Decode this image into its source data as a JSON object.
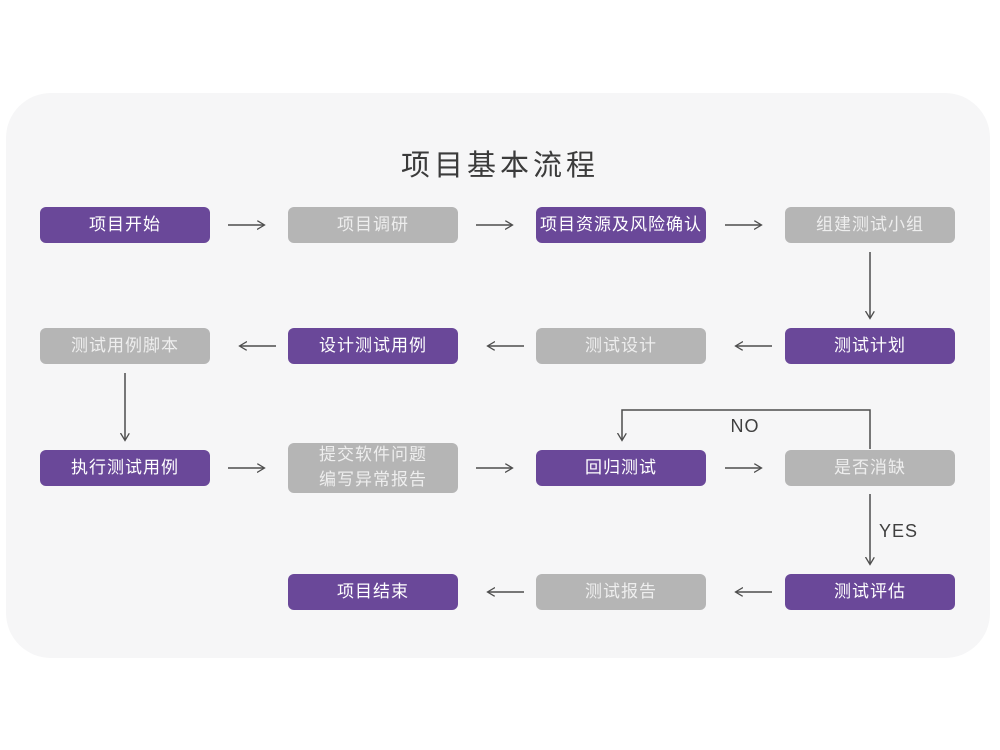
{
  "title": "项目基本流程",
  "colors": {
    "purple": "#6a4899",
    "gray": "#b5b5b5",
    "card_background": "#f6f6f7",
    "arrow": "#4d4d4d"
  },
  "flowchart": {
    "nodes": [
      {
        "id": "start",
        "label": "项目开始",
        "style": "purple"
      },
      {
        "id": "research",
        "label": "项目调研",
        "style": "gray"
      },
      {
        "id": "risk",
        "label": "项目资源及风险确认",
        "style": "purple"
      },
      {
        "id": "team",
        "label": "组建测试小组",
        "style": "gray"
      },
      {
        "id": "plan",
        "label": "测试计划",
        "style": "purple"
      },
      {
        "id": "design",
        "label": "测试设计",
        "style": "gray"
      },
      {
        "id": "case_design",
        "label": "设计测试用例",
        "style": "purple"
      },
      {
        "id": "script",
        "label": "测试用例脚本",
        "style": "gray"
      },
      {
        "id": "execute",
        "label": "执行测试用例",
        "style": "purple"
      },
      {
        "id": "report_issue",
        "label": "提交软件问题\n编写异常报告",
        "style": "gray"
      },
      {
        "id": "regression",
        "label": "回归测试",
        "style": "purple"
      },
      {
        "id": "defect",
        "label": "是否消缺",
        "style": "gray"
      },
      {
        "id": "evaluate",
        "label": "测试评估",
        "style": "purple"
      },
      {
        "id": "test_report",
        "label": "测试报告",
        "style": "gray"
      },
      {
        "id": "end",
        "label": "项目结束",
        "style": "purple"
      }
    ],
    "edge_labels": {
      "no": "NO",
      "yes": "YES"
    }
  }
}
